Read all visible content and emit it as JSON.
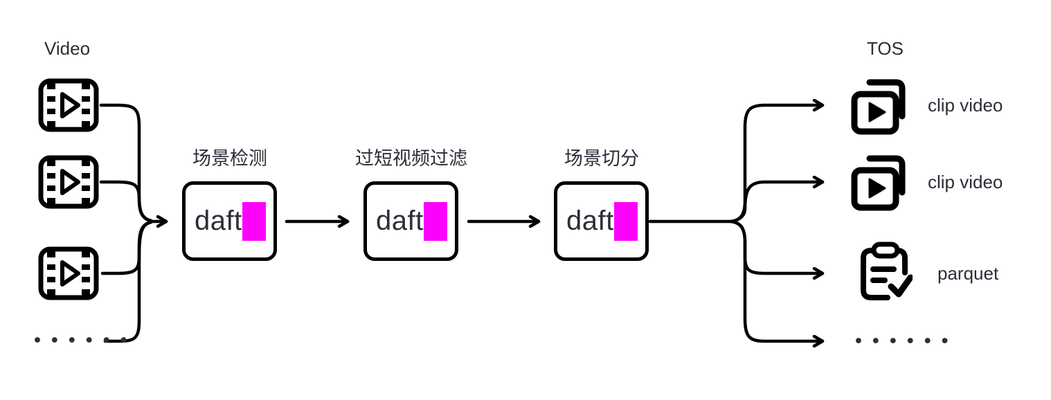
{
  "colors": {
    "accent": "#fb02fb",
    "ink": "#000000",
    "text": "#2b2e38"
  },
  "sources": {
    "title": "Video",
    "video_icons": 3,
    "ellipsis": "••••••"
  },
  "stages": [
    {
      "label": "场景检测",
      "engine": "daft"
    },
    {
      "label": "过短视频过滤",
      "engine": "daft"
    },
    {
      "label": "场景切分",
      "engine": "daft"
    }
  ],
  "outputs": {
    "title": "TOS",
    "items": [
      {
        "icon": "clip-video-icon",
        "label": "clip video"
      },
      {
        "icon": "clip-video-icon",
        "label": "clip video"
      },
      {
        "icon": "parquet-file-icon",
        "label": "parquet"
      }
    ],
    "ellipsis": "••••••"
  }
}
